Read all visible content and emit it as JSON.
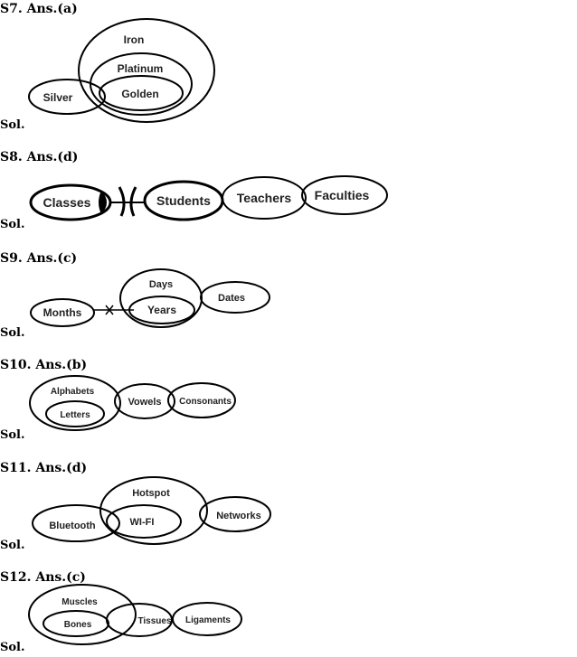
{
  "questions": [
    {
      "heading": "S7. Ans.(a)",
      "sol": "Sol.",
      "labels": {
        "iron": "Iron",
        "platinum": "Platinum",
        "golden": "Golden",
        "silver": "Silver"
      }
    },
    {
      "heading": "S8. Ans.(d)",
      "sol": "Sol.",
      "labels": {
        "classes": "Classes",
        "students": "Students",
        "teachers": "Teachers",
        "faculties": "Faculties"
      }
    },
    {
      "heading": "S9. Ans.(c)",
      "sol": "Sol.",
      "labels": {
        "months": "Months",
        "days": "Days",
        "years": "Years",
        "dates": "Dates"
      }
    },
    {
      "heading": "S10. Ans.(b)",
      "sol": "Sol.",
      "labels": {
        "alphabets": "Alphabets",
        "letters": "Letters",
        "vowels": "Vowels",
        "consonants": "Consonants"
      }
    },
    {
      "heading": "S11. Ans.(d)",
      "sol": "Sol.",
      "labels": {
        "hotspot": "Hotspot",
        "wifi": "WI-FI",
        "bluetooth": "Bluetooth",
        "networks": "Networks"
      }
    },
    {
      "heading": "S12. Ans.(c)",
      "sol": "Sol.",
      "labels": {
        "muscles": "Muscles",
        "bones": "Bones",
        "tissues": "Tissues",
        "ligaments": "Ligaments"
      }
    }
  ]
}
